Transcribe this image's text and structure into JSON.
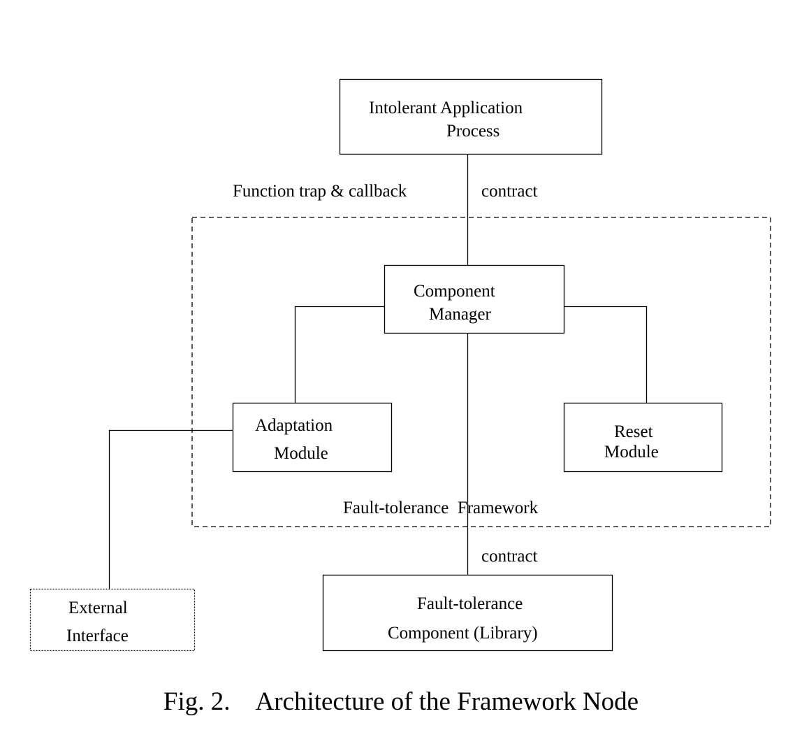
{
  "nodes": {
    "app_process": {
      "line1": "Intolerant Application",
      "line2": "Process"
    },
    "component_manager": {
      "line1": "Component",
      "line2": "Manager"
    },
    "adaptation_module": {
      "line1": "Adaptation",
      "line2": "Module"
    },
    "reset_module": {
      "line1": "Reset",
      "line2": "Module"
    },
    "ft_component": {
      "line1": "Fault-tolerance",
      "line2": "Component (Library)"
    },
    "external_interface": {
      "line1": "External",
      "line2": "Interface"
    }
  },
  "edge_labels": {
    "function_trap": "Function trap & callback",
    "contract_top": "contract",
    "contract_bottom": "contract"
  },
  "group": {
    "label": "Fault-tolerance  Framework"
  },
  "caption": {
    "figure": "Fig. 2.",
    "title": "Architecture of the Framework Node"
  }
}
